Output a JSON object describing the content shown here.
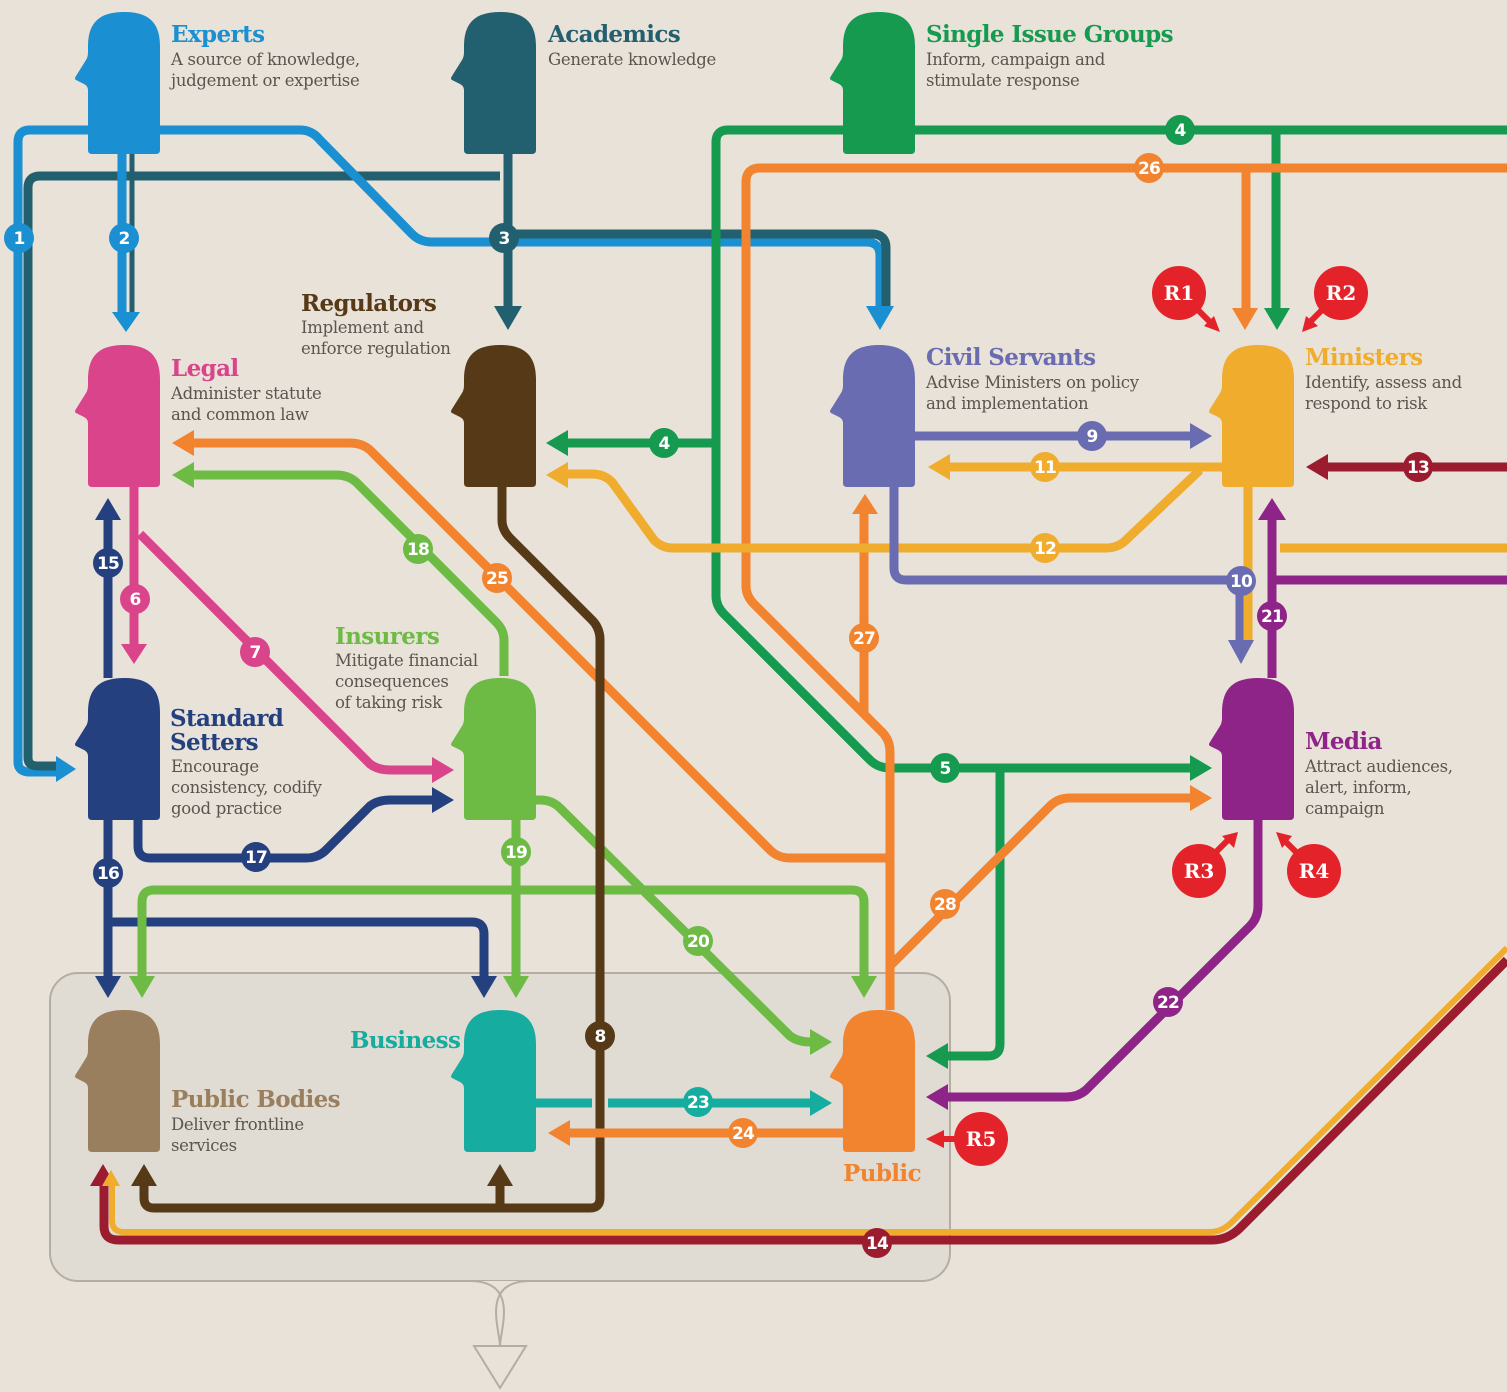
{
  "colors": {
    "background": "#e9e2d9",
    "experts": "#1a8fd1",
    "academics": "#22606f",
    "single_issue": "#159a4f",
    "legal": "#d9448a",
    "regulators": "#563916",
    "civil_servants": "#6a6cb2",
    "ministers": "#f0ac2d",
    "insurers": "#6dbb45",
    "standard_setters": "#24407f",
    "media": "#8f2488",
    "business": "#16ada0",
    "public": "#f2832f",
    "public_bodies": "#9a7f5e",
    "risk": "#e42229",
    "dark_red": "#9b1c2e"
  },
  "actors": {
    "experts": {
      "name": "Experts",
      "desc": [
        "A source of knowledge,",
        "judgement or expertise"
      ]
    },
    "academics": {
      "name": "Academics",
      "desc": [
        "Generate knowledge"
      ]
    },
    "single_issue": {
      "name": "Single Issue Groups",
      "desc": [
        "Inform, campaign and",
        "stimulate response"
      ]
    },
    "regulators": {
      "name": "Regulators",
      "desc": [
        "Implement and",
        "enforce regulation"
      ]
    },
    "legal": {
      "name": "Legal",
      "desc": [
        "Administer statute",
        "and common law"
      ]
    },
    "civil_servants": {
      "name": "Civil Servants",
      "desc": [
        "Advise Ministers on policy",
        "and implementation"
      ]
    },
    "ministers": {
      "name": "Ministers",
      "desc": [
        "Identify, assess and",
        "respond to risk"
      ]
    },
    "insurers": {
      "name": "Insurers",
      "desc": [
        "Mitigate financial",
        "consequences",
        "of taking risk"
      ]
    },
    "standard_setters": {
      "name": [
        "Standard",
        "Setters"
      ],
      "desc": [
        "Encourage",
        "consistency, codify",
        "good practice"
      ]
    },
    "media": {
      "name": "Media",
      "desc": [
        "Attract audiences,",
        "alert, inform,",
        "campaign"
      ]
    },
    "business": {
      "name": "Business",
      "desc": []
    },
    "public_bodies": {
      "name": "Public Bodies",
      "desc": [
        "Deliver frontline",
        "services"
      ]
    },
    "public": {
      "name": "Public",
      "desc": []
    }
  },
  "connections": [
    "1",
    "2",
    "3",
    "4",
    "4",
    "5",
    "6",
    "7",
    "8",
    "9",
    "10",
    "11",
    "12",
    "13",
    "14",
    "15",
    "16",
    "17",
    "18",
    "19",
    "20",
    "21",
    "22",
    "23",
    "24",
    "25",
    "26",
    "27",
    "28"
  ],
  "risks": [
    "R1",
    "R2",
    "R3",
    "R4",
    "R5"
  ],
  "icons": {
    "actor": "head-silhouette-icon",
    "arrow": "arrow-head-icon"
  }
}
